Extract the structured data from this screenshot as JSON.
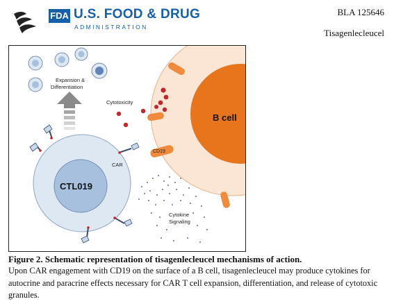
{
  "header": {
    "agency_abbrev": "FDA",
    "agency_name": "U.S. FOOD & DRUG",
    "agency_sub": "ADMINISTRATION",
    "bla_number": "BLA 125646",
    "product_name": "Tisagenlecleucel"
  },
  "figure": {
    "labels": {
      "expansion_line1": "Expansion &",
      "expansion_line2": "Differentiation",
      "cytotoxicity": "Cytotoxicity",
      "b_cell": "B cell",
      "cd19": "CD19",
      "car": "CAR",
      "ctl019": "CTL019",
      "cytokine_line1": "Cytokine",
      "cytokine_line2": "Signaling"
    },
    "colors": {
      "b_cell_core": "#e8741c",
      "b_cell_membrane": "#fbe6d5",
      "t_cell_body": "#dde8f3",
      "t_cell_nucleus": "#a7c0de",
      "receptor_orange": "#f08a3c",
      "granule_red": "#c0282e",
      "arrow_gray": "#9a9a9a"
    }
  },
  "caption": {
    "title": "Figure 2. Schematic representation of tisagenlecleucel mechanisms of action.",
    "body": "Upon CAR engagement with CD19 on the surface of a B cell, tisagenlecleucel may produce cytokines for autocrine and paracrine effects necessary for CAR T cell expansion, differentiation, and release of cytotoxic granules."
  }
}
